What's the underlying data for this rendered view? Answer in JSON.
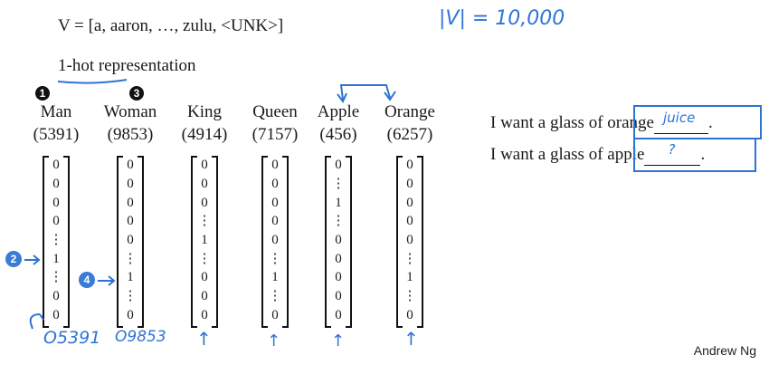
{
  "vocab_line": "V = [a, aaron, …, zulu, <UNK>]",
  "vocab_size_note": "|V| = 10,000",
  "onehot_title": "1-hot representation",
  "words": [
    {
      "word": "Man",
      "index": "(5391)",
      "cells": [
        "0",
        "0",
        "0",
        "0",
        "⋮",
        "1",
        "⋮",
        "0",
        "0"
      ],
      "badge": "1",
      "marker": "2",
      "below": "O5391"
    },
    {
      "word": "Woman",
      "index": "(9853)",
      "cells": [
        "0",
        "0",
        "0",
        "0",
        "0",
        "⋮",
        "1",
        "⋮",
        "0"
      ],
      "badge": "3",
      "marker": "4",
      "below": "O9853"
    },
    {
      "word": "King",
      "index": "(4914)",
      "cells": [
        "0",
        "0",
        "0",
        "⋮",
        "1",
        "⋮",
        "0",
        "0",
        "0"
      ],
      "below": "↑"
    },
    {
      "word": "Queen",
      "index": "(7157)",
      "cells": [
        "0",
        "0",
        "0",
        "0",
        "0",
        "⋮",
        "1",
        "⋮",
        "0"
      ],
      "below": "↑"
    },
    {
      "word": "Apple",
      "index": "(456)",
      "cells": [
        "0",
        "⋮",
        "1",
        "⋮",
        "0",
        "0",
        "0",
        "0",
        "0"
      ],
      "below": "↑"
    },
    {
      "word": "Orange",
      "index": "(6257)",
      "cells": [
        "0",
        "0",
        "0",
        "0",
        "0",
        "⋮",
        "1",
        "⋮",
        "0"
      ],
      "below": "↑"
    }
  ],
  "sentence1": {
    "prefix": "I want a glass of ",
    "boxed": "orange",
    "blank_fill": "juice",
    "end": "."
  },
  "sentence2": {
    "prefix": "I want a glass of ",
    "boxed": "apple",
    "blank_fill": "?",
    "end": "."
  },
  "credit": "Andrew Ng"
}
